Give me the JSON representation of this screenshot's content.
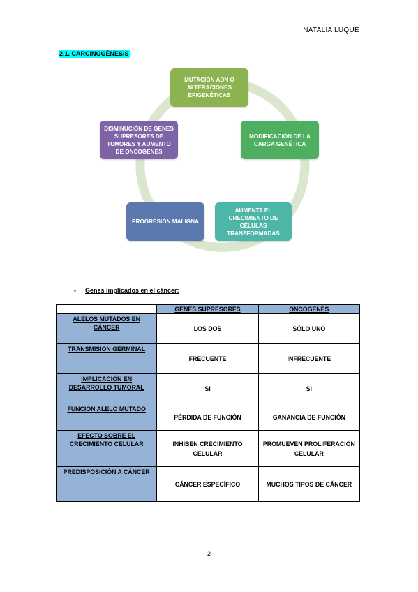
{
  "header": {
    "author": "NATALIA LUQUE"
  },
  "section": {
    "title": "2.1. CARCINOGÉNESIS"
  },
  "cycle": {
    "colors": {
      "arrow": "#dbe6cf"
    },
    "steps": [
      {
        "text": "MUTACIÓN ADN O ALTERACIONES EPIGENÉTICAS",
        "color": "#8cb34f"
      },
      {
        "text": "MODIFICACIÓN DE LA CARGA GENÉTICA",
        "color": "#4eaf60"
      },
      {
        "text": "AUMENTA EL CRECIMIENTO DE CÉLULAS TRANSFORMADAS",
        "color": "#4db6a6"
      },
      {
        "text": "PROGRESIÓN MALIGNA",
        "color": "#5b79ae"
      },
      {
        "text": "DISMINUCIÓN DE GENES SUPRESORES DE TUMORES Y AUMENTO DE ONCOGENES",
        "color": "#7e64a6"
      }
    ]
  },
  "bullet": {
    "mark": "▪",
    "text": "Genes implicados en el cáncer:"
  },
  "table": {
    "headers": [
      "GENES SUPRESORES",
      "ONCOGENES"
    ],
    "header_color": "#95b3d7",
    "rows": [
      {
        "label": "ALELOS MUTADOS EN CÁNCER",
        "supresores": "LOS DOS",
        "oncogenes": "SÓLO UNO"
      },
      {
        "label": "TRANSMISIÓN GERMINAL",
        "supresores": "FRECUENTE",
        "oncogenes": "INFRECUENTE"
      },
      {
        "label": "IMPLICACIÓN EN DESARROLLO TUMORAL",
        "supresores": "SI",
        "oncogenes": "SI"
      },
      {
        "label": "FUNCIÓN ALELO MUTADO",
        "supresores": "PÉRDIDA DE FUNCIÓN",
        "oncogenes": "GANANCIA DE FUNCIÓN"
      },
      {
        "label": "EFECTO SOBRE EL CRECIMIENTO CELULAR",
        "supresores": "INHIBEN CRECIMIENTO CELULAR",
        "oncogenes": "PROMUEVEN PROLIFERACIÓN CELULAR"
      },
      {
        "label": "PREDISPOSICIÓN A CÁNCER",
        "supresores": "CÁNCER ESPECÍFICO",
        "oncogenes": "MUCHOS TIPOS DE CÁNCER"
      }
    ]
  },
  "footer": {
    "page_number": "2"
  }
}
